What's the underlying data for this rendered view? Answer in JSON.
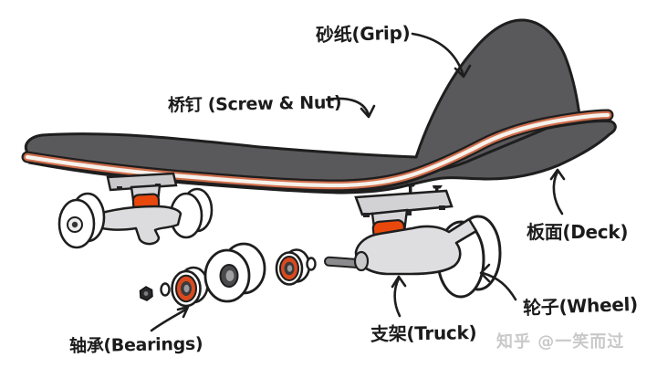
{
  "diagram": {
    "labels": {
      "grip": "砂纸(Grip)",
      "screw_nut": "桥钉 (Screw & Nut)",
      "deck": "板面(Deck)",
      "wheel": "轮子(Wheel)",
      "truck": "支架(Truck)",
      "bearings": "轴承(Bearings)"
    },
    "watermark": "知乎 @一笑而过",
    "colors": {
      "background": "#ffffff",
      "outline": "#1e1e1e",
      "deck_gray": "#59595b",
      "stripe_orange": "#cf6e4d",
      "stripe_white": "#f6f2ec",
      "truck_gray": "#dcdcde",
      "bushing_orange": "#e8480c",
      "bearing_orange": "#d84a1e",
      "axle_gray": "#8b8b8d",
      "watermark_gray": "#c9c9c9"
    }
  }
}
